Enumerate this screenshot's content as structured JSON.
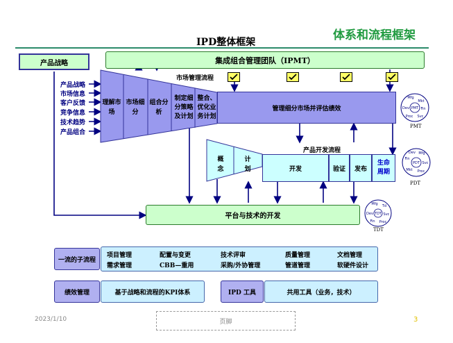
{
  "slide": {
    "title": "IPD整体框架",
    "header_title": "体系和流程框架",
    "date": "2023/1/10",
    "footer": "页脚",
    "page_number": "3"
  },
  "diagram": {
    "product_strategy": "产品战略",
    "ipmt": "集成组合管理团队（IPMT）",
    "market_process": "市场管理流程",
    "inputs": [
      "产品战略",
      "市场信息",
      "客户反馈",
      "竞争信息",
      "技术趋势",
      "产品组合"
    ],
    "funnel": [
      "理解市场",
      "市场细分",
      "组合分析",
      "制定细分策略及计划",
      "整合、优化业务计划"
    ],
    "manage_bar": "管理细分市场并评估绩效",
    "pd_process": "产品开发流程",
    "pd_stages": [
      "概念",
      "计划",
      "开发",
      "验证",
      "发布",
      "生命周期"
    ],
    "platform": "平台与技术的开发",
    "team_labels": [
      "PMT",
      "PDT",
      "TDT"
    ],
    "team_mini": [
      "Mfg",
      "Mkt",
      "Fin",
      "Svc",
      "Dev",
      "Proc"
    ],
    "subprocess_label": "一流的子流程",
    "subprocess_items": [
      "项目管理",
      "配置与变更",
      "技术评审",
      "质量管理",
      "文档管理",
      "需求管理",
      "CBB—重用",
      "采购/外协管理",
      "管道管理",
      "软硬件设计"
    ],
    "kpi_label": "绩效管理",
    "kpi_desc": "基于战略和流程的KPI体系",
    "tool_label": "IPD 工具",
    "tool_desc": "共用工具（业务，技术）"
  },
  "colors": {
    "title_green": "#1f9a3f",
    "green_fill": "#ccffcc",
    "lavender": "#9999ee",
    "cyan": "#ccffff",
    "navy": "#000080"
  }
}
